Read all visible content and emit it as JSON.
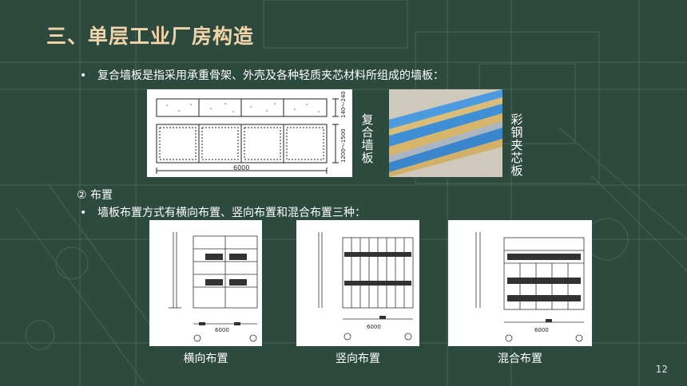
{
  "slide": {
    "title": "三、单层工业厂房构造",
    "bullet1": "复合墙板是指采用承重骨架、外壳及各种轻质夹芯材料所组成的墙板：",
    "section": "② 布置",
    "bullet2": "墙板布置方式有横向布置、竖向布置和混合布置三种：",
    "bullet_symbol": "•",
    "page_number": "12"
  },
  "figure_top": {
    "label_left": "复合墙板",
    "label_right": "彩钢夹芯板",
    "drawing": {
      "dim_bottom": "6000",
      "dim_height_top": "140～240",
      "dim_height_main": "1200～1500"
    }
  },
  "figures_bottom": [
    {
      "caption": "横向布置",
      "dim": "6000"
    },
    {
      "caption": "竖向布置",
      "dim": "6000"
    },
    {
      "caption": "混合布置",
      "dim": "6000"
    }
  ],
  "colors": {
    "background": "#2c4a3e",
    "title": "#f3d3a8",
    "panel_blue": "#3f8fd6"
  }
}
